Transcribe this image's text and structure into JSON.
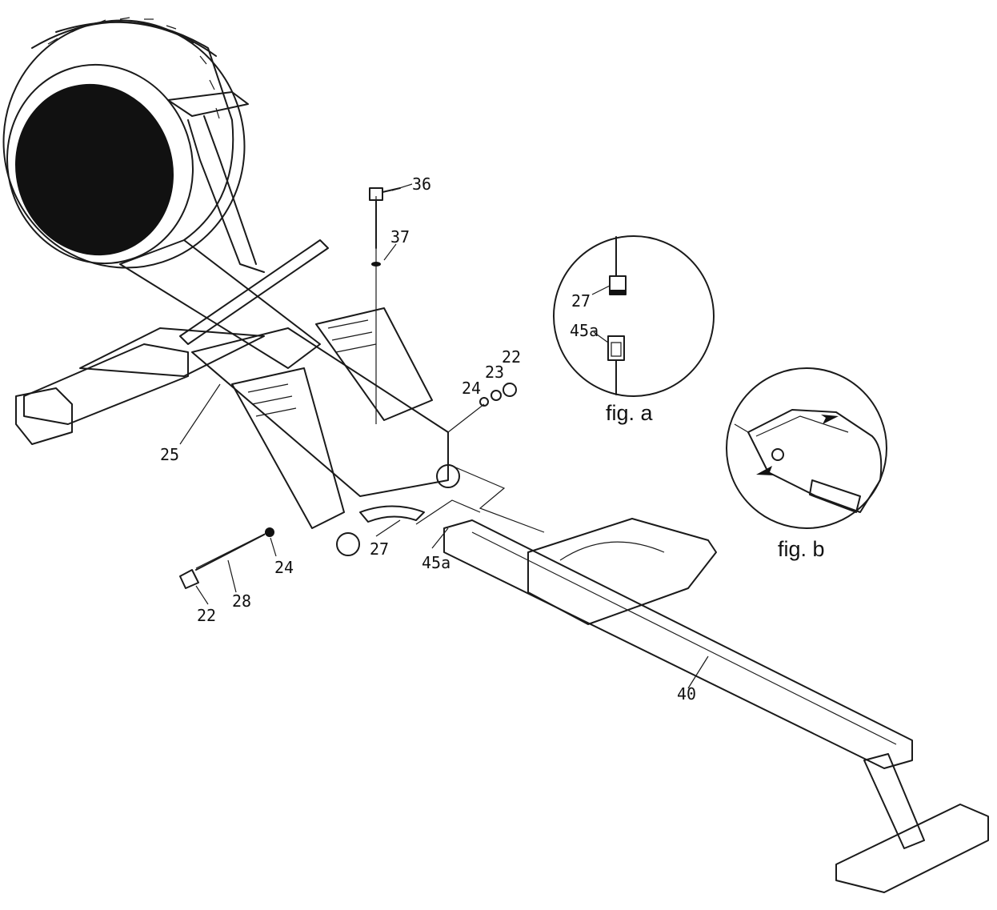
{
  "labels": {
    "p36": "36",
    "p37": "37",
    "p22a": "22",
    "p23": "23",
    "p24a": "24",
    "p25": "25",
    "p27": "27",
    "p45a": "45a",
    "p24b": "24",
    "p22b": "22",
    "p28": "28",
    "p40": "40"
  },
  "fig_a": {
    "caption": "fig. a",
    "part_top": "27",
    "part_bottom": "45a"
  },
  "fig_b": {
    "caption": "fig. b"
  }
}
